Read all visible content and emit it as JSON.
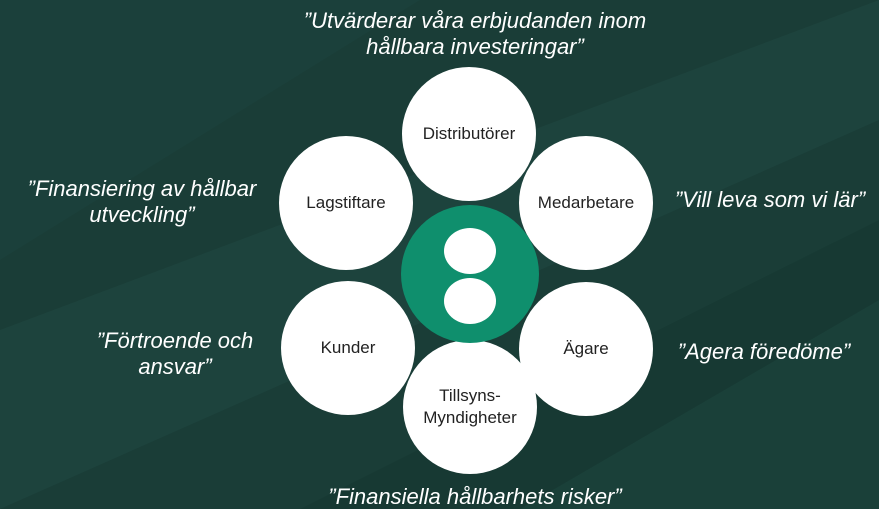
{
  "colors": {
    "background": "#1a3d37",
    "center_circle": "#0f8f6d",
    "node": "#ffffff",
    "text_light": "#ffffff",
    "text_dark": "#222222"
  },
  "quotes": {
    "top": [
      "”Utvärderar våra erbjudanden inom",
      "hållbara investeringar”"
    ],
    "left_upper": [
      "”Finansiering av hållbar",
      "utveckling”"
    ],
    "right_upper": "”Vill leva som vi lär”",
    "left_lower": [
      "”Förtroende och",
      "ansvar”"
    ],
    "right_lower": "”Agera föredöme”",
    "bottom": "”Finansiella hållbarhets risker”"
  },
  "nodes": {
    "distributorer": "Distributörer",
    "medarbetare": "Medarbetare",
    "agare": "Ägare",
    "tillsyn": [
      "Tillsyns-",
      "Myndigheter"
    ],
    "kunder": "Kunder",
    "lagstiftare": "Lagstiftare"
  },
  "center_icon": "logo-icon"
}
